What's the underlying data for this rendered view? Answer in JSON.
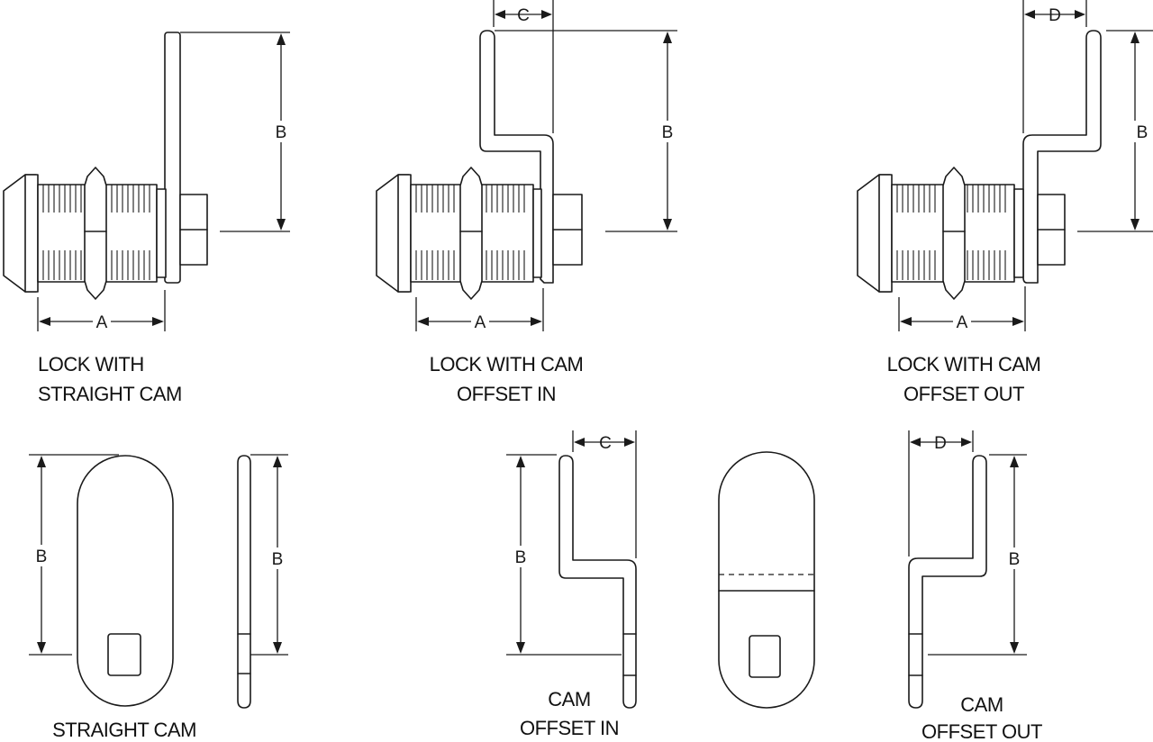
{
  "dimension_labels": {
    "a": "A",
    "b": "B",
    "c": "C",
    "d": "D"
  },
  "captions": {
    "lock_straight_line1": "LOCK WITH",
    "lock_straight_line2": "STRAIGHT CAM",
    "lock_offset_in_line1": "LOCK WITH CAM",
    "lock_offset_in_line2": "OFFSET IN",
    "lock_offset_out_line1": "LOCK WITH CAM",
    "lock_offset_out_line2": "OFFSET OUT",
    "straight_cam": "STRAIGHT CAM",
    "cam_offset_in_line1": "CAM",
    "cam_offset_in_line2": "OFFSET IN",
    "cam_offset_out_line1": "CAM",
    "cam_offset_out_line2": "OFFSET OUT"
  }
}
